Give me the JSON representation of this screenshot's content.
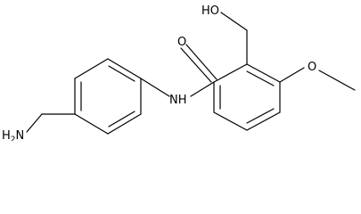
{
  "molecule": {
    "atoms": {
      "amine": {
        "main": "H",
        "sub": "2",
        "tail": "N"
      },
      "amide_nh": "NH",
      "carbonyl_o": "O",
      "hydroxyl": "HO",
      "methoxy_o": "O"
    }
  }
}
